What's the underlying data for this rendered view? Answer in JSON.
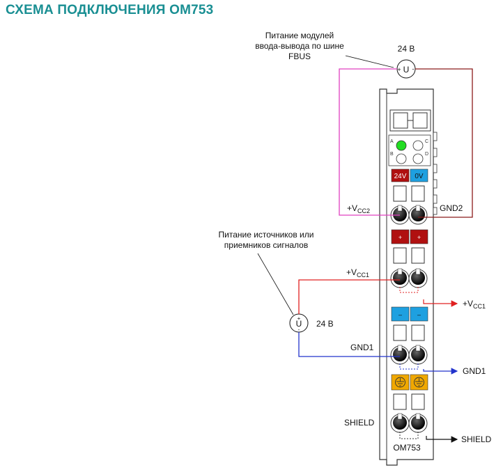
{
  "title": "СХЕМА ПОДКЛЮЧЕНИЯ ОМ753",
  "top_supply": {
    "caption_lines": [
      "Питание модулей",
      "ввода-вывода по шине",
      "FBUS"
    ],
    "voltage": "24 В",
    "symbol": "U",
    "plus": "+",
    "minus": "-"
  },
  "left_supply": {
    "caption_lines": [
      "Питание источников или",
      "приемников сигналов"
    ],
    "voltage": "24 В",
    "symbol": "U",
    "plus": "+",
    "minus": "-"
  },
  "module": {
    "name": "OM753",
    "leds": {
      "a": "A",
      "b": "B",
      "c": "C",
      "d": "D"
    },
    "label_24v": "24V",
    "label_0v": "0V",
    "plus_sign": "+",
    "minus_sign": "–"
  },
  "terminals": {
    "vcc2": {
      "main": "+V",
      "sub": "CC2"
    },
    "gnd2": "GND2",
    "vcc1_left": {
      "main": "+V",
      "sub": "CC1"
    },
    "vcc1_right": {
      "main": "+V",
      "sub": "CC1"
    },
    "gnd1_left": "GND1",
    "gnd1_right": "GND1",
    "shield_left": "SHIELD",
    "shield_right": "SHIELD"
  },
  "colors": {
    "title": "#1a8f93",
    "wire_magenta": "#e040c0",
    "wire_darkred": "#8b1a1a",
    "wire_red": "#e02020",
    "wire_blue": "#2233cc",
    "red_block": "#b01010",
    "blue_block": "#1ea0e0",
    "yellow_block": "#f0a800",
    "led_green": "#22dd22"
  }
}
